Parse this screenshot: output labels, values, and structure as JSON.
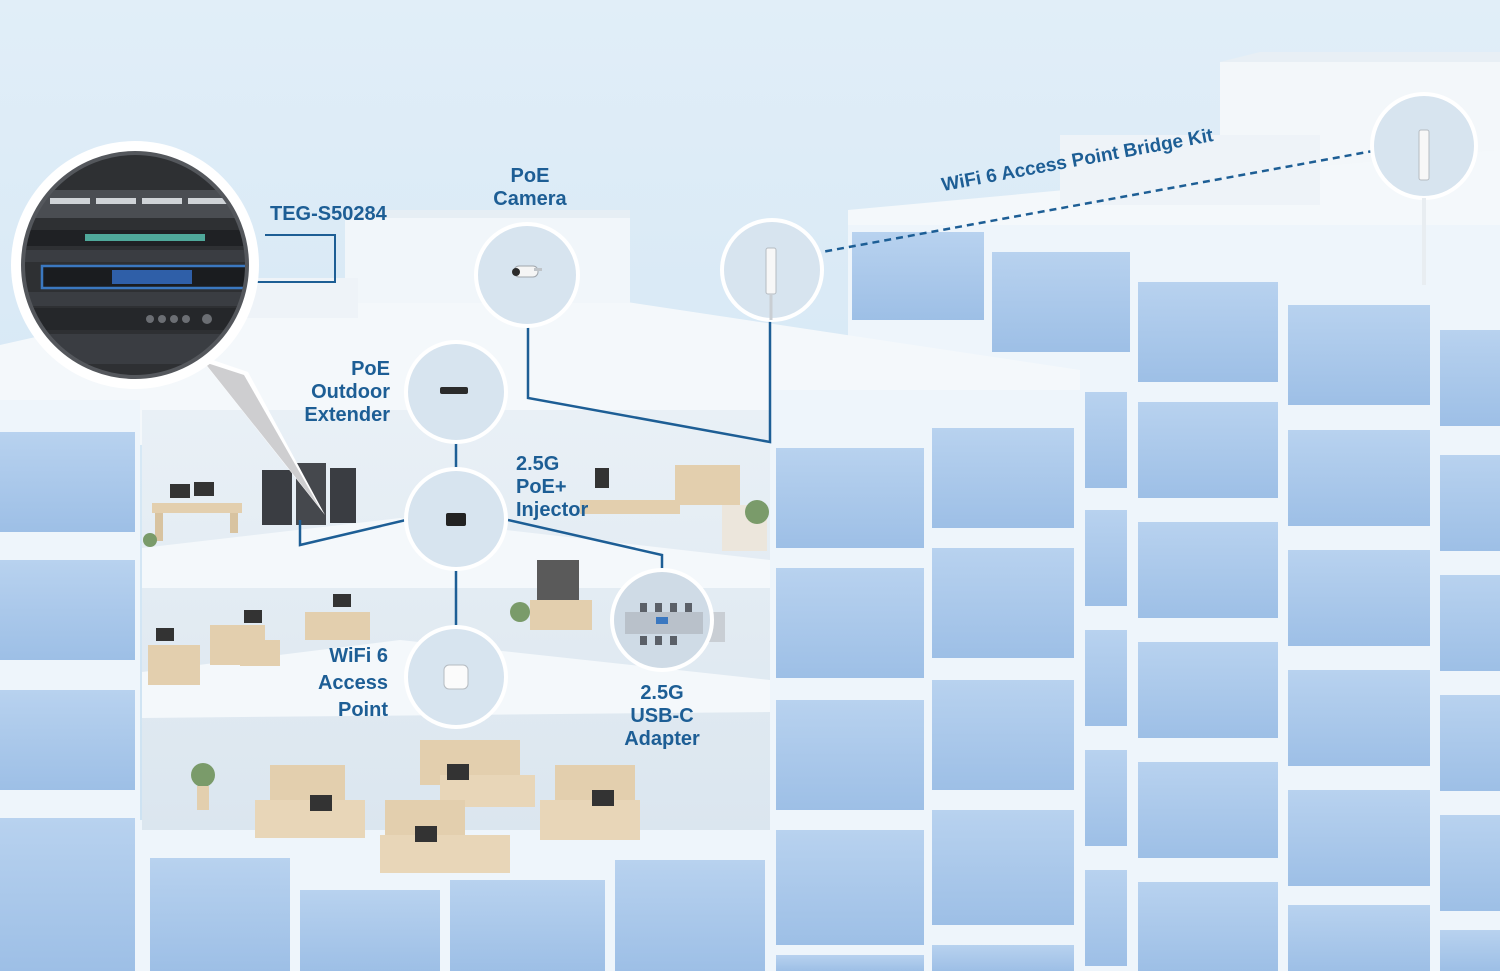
{
  "labels": {
    "switch": "TEG-S50284",
    "camera_line1": "PoE",
    "camera_line2": "Camera",
    "bridge": "WiFi 6 Access Point Bridge Kit",
    "extender_line1": "PoE",
    "extender_line2": "Outdoor",
    "extender_line3": "Extender",
    "injector_line1": "2.5G",
    "injector_line2": "PoE+",
    "injector_line3": "Injector",
    "ap_line1": "WiFi 6",
    "ap_line2": "Access",
    "ap_line3": "Point",
    "usb_line1": "2.5G",
    "usb_line2": "USB-C",
    "usb_line3": "Adapter"
  },
  "colors": {
    "sky": "#d9eaf6",
    "window": "#a9c8ea",
    "window_frame": "#eef5fb",
    "roof": "#f4f8fb",
    "interior": "#e4edf4",
    "connection_line": "#1d5e95",
    "label": "#1d5e95",
    "furniture": "#e3cfae",
    "rack": "#3a3d42"
  },
  "icons": {
    "switch": "network-switch-rack-icon",
    "camera": "bullet-camera-icon",
    "bridge": "outdoor-antenna-icon",
    "extender": "poe-extender-icon",
    "injector": "poe-injector-icon",
    "access_point": "ceiling-access-point-icon",
    "usb_adapter": "usb-c-adapter-icon"
  }
}
